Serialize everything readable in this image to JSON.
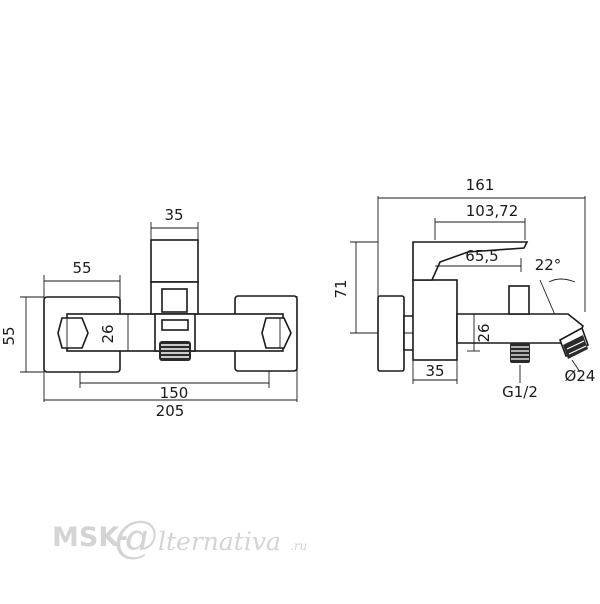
{
  "front_view": {
    "dim_top": "35",
    "dim_left_width": "55",
    "dim_height": "55",
    "dim_body": "26",
    "dim_centers": "150",
    "dim_total": "205"
  },
  "side_view": {
    "dim_total_depth": "161",
    "dim_handle": "103,72",
    "dim_spout": "65,5",
    "dim_height": "71",
    "dim_angle": "22°",
    "dim_body": "26",
    "dim_wall": "35",
    "dim_thread": "G1/2",
    "dim_diameter": "Ø24"
  },
  "watermark": {
    "prefix": "MSK-",
    "at": "@",
    "word": "lternativa",
    "suffix": ".ru"
  }
}
